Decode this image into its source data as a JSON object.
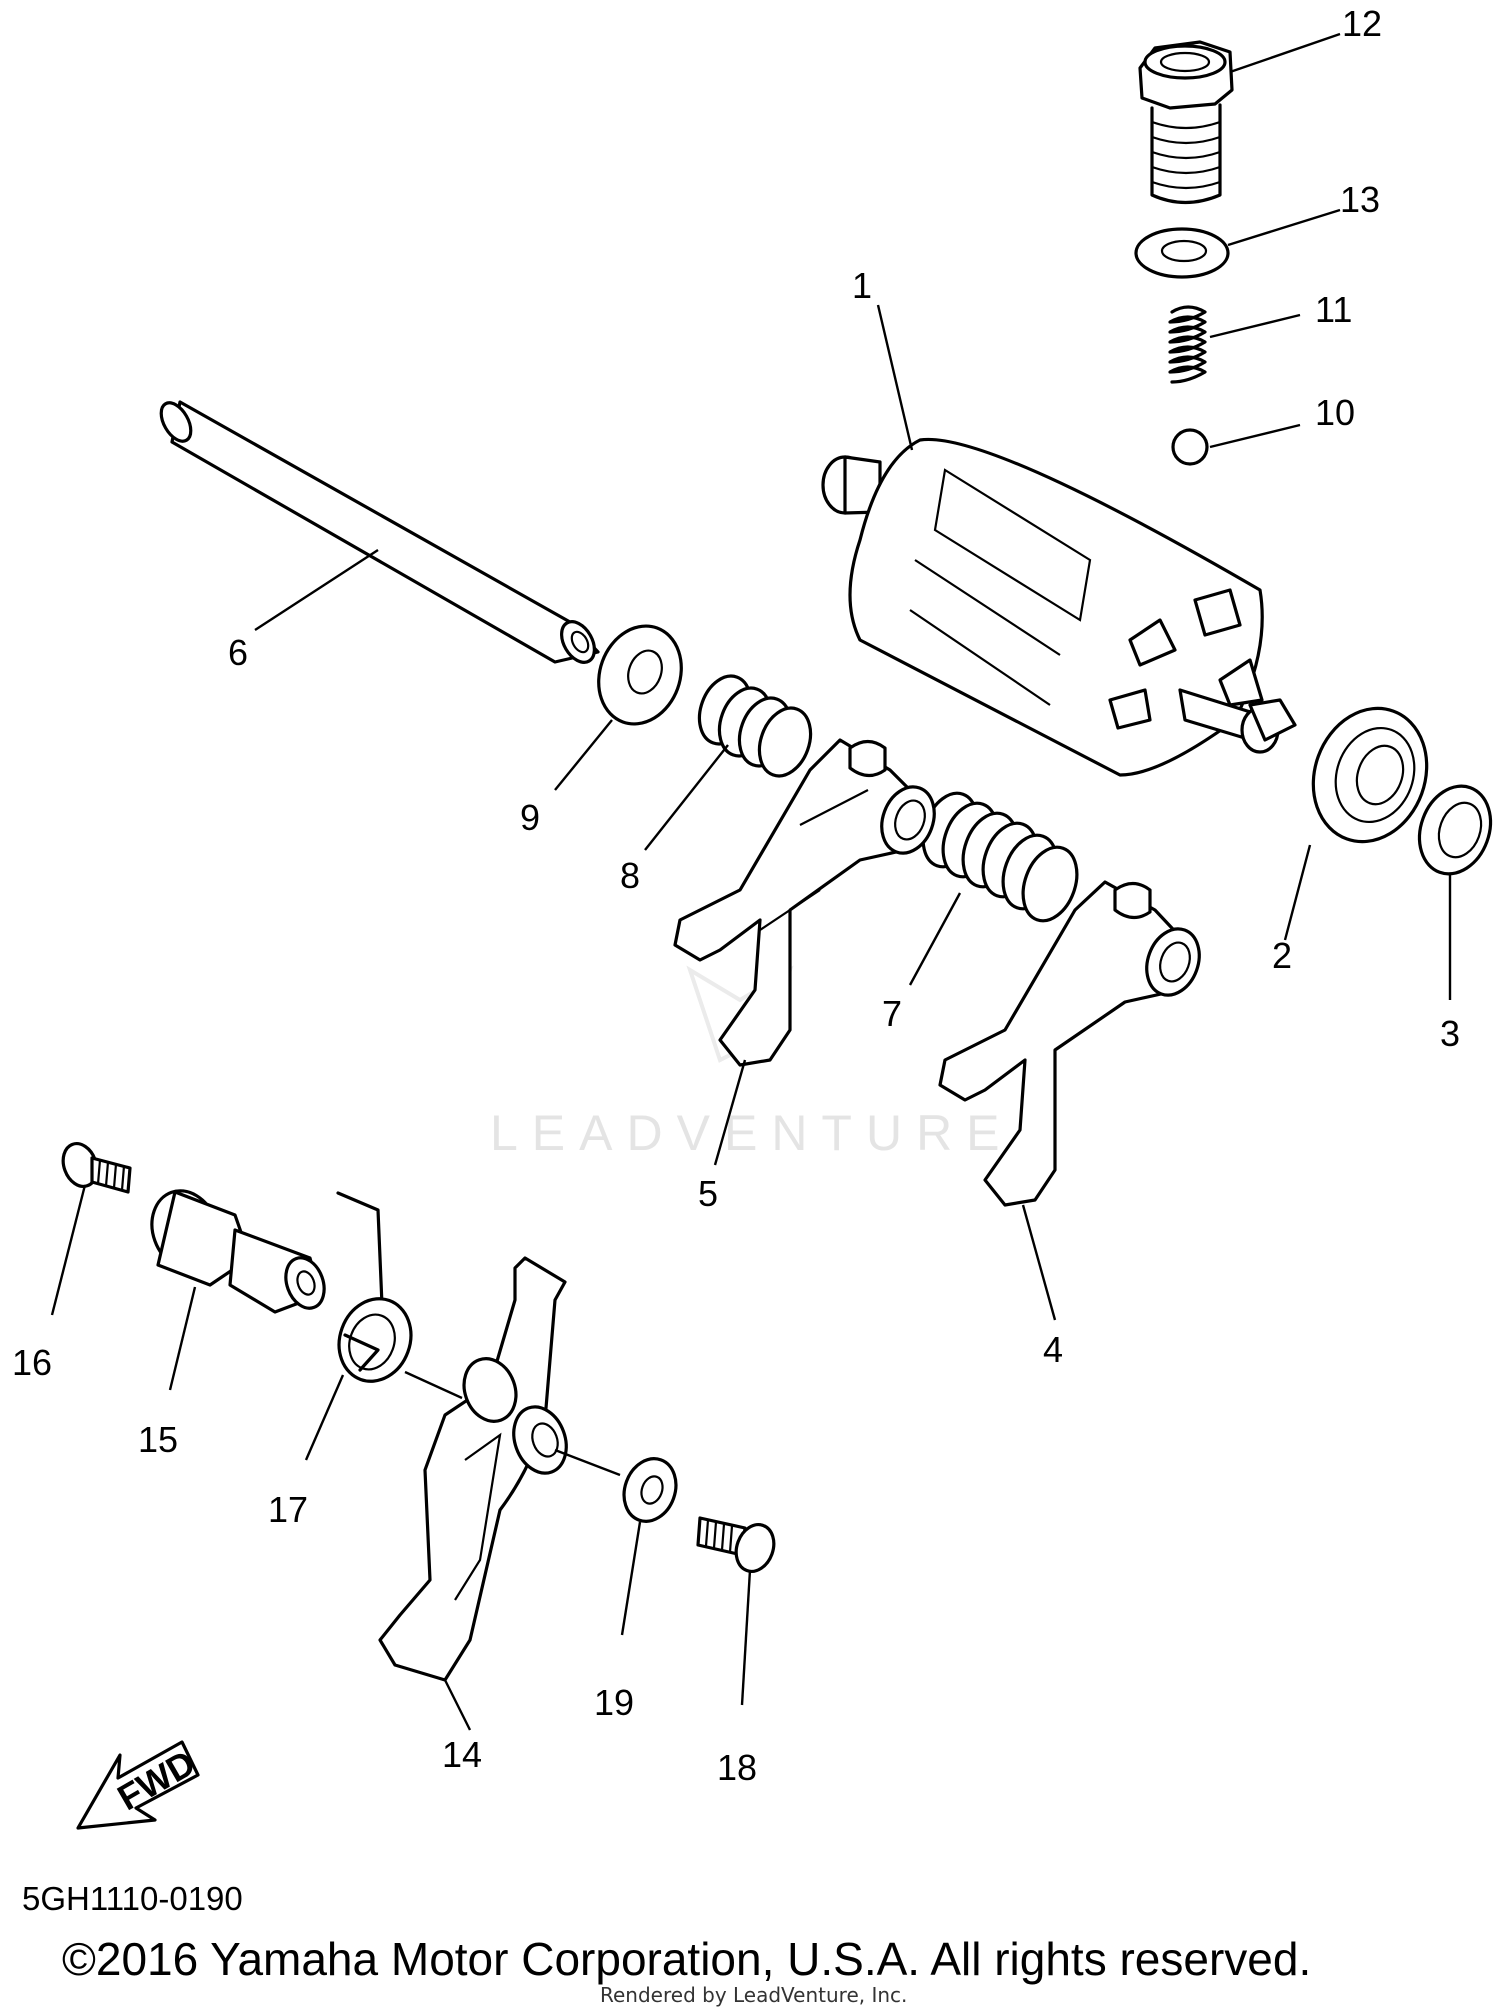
{
  "diagram": {
    "watermark": "LEADVENTURE",
    "direction_label": "FWD",
    "diagram_code": "5GH1110-0190",
    "copyright": "©2016 Yamaha Motor Corporation, U.S.A. All rights reserved.",
    "rendered_by": "Rendered by LeadVenture, Inc."
  },
  "callouts": [
    {
      "id": "part-1",
      "label": "1"
    },
    {
      "id": "part-2",
      "label": "2"
    },
    {
      "id": "part-3",
      "label": "3"
    },
    {
      "id": "part-4",
      "label": "4"
    },
    {
      "id": "part-5",
      "label": "5"
    },
    {
      "id": "part-6",
      "label": "6"
    },
    {
      "id": "part-7",
      "label": "7"
    },
    {
      "id": "part-8",
      "label": "8"
    },
    {
      "id": "part-9",
      "label": "9"
    },
    {
      "id": "part-10",
      "label": "10"
    },
    {
      "id": "part-11",
      "label": "11"
    },
    {
      "id": "part-12",
      "label": "12"
    },
    {
      "id": "part-13",
      "label": "13"
    },
    {
      "id": "part-14",
      "label": "14"
    },
    {
      "id": "part-15",
      "label": "15"
    },
    {
      "id": "part-16",
      "label": "16"
    },
    {
      "id": "part-17",
      "label": "17"
    },
    {
      "id": "part-18",
      "label": "18"
    },
    {
      "id": "part-19",
      "label": "19"
    }
  ]
}
